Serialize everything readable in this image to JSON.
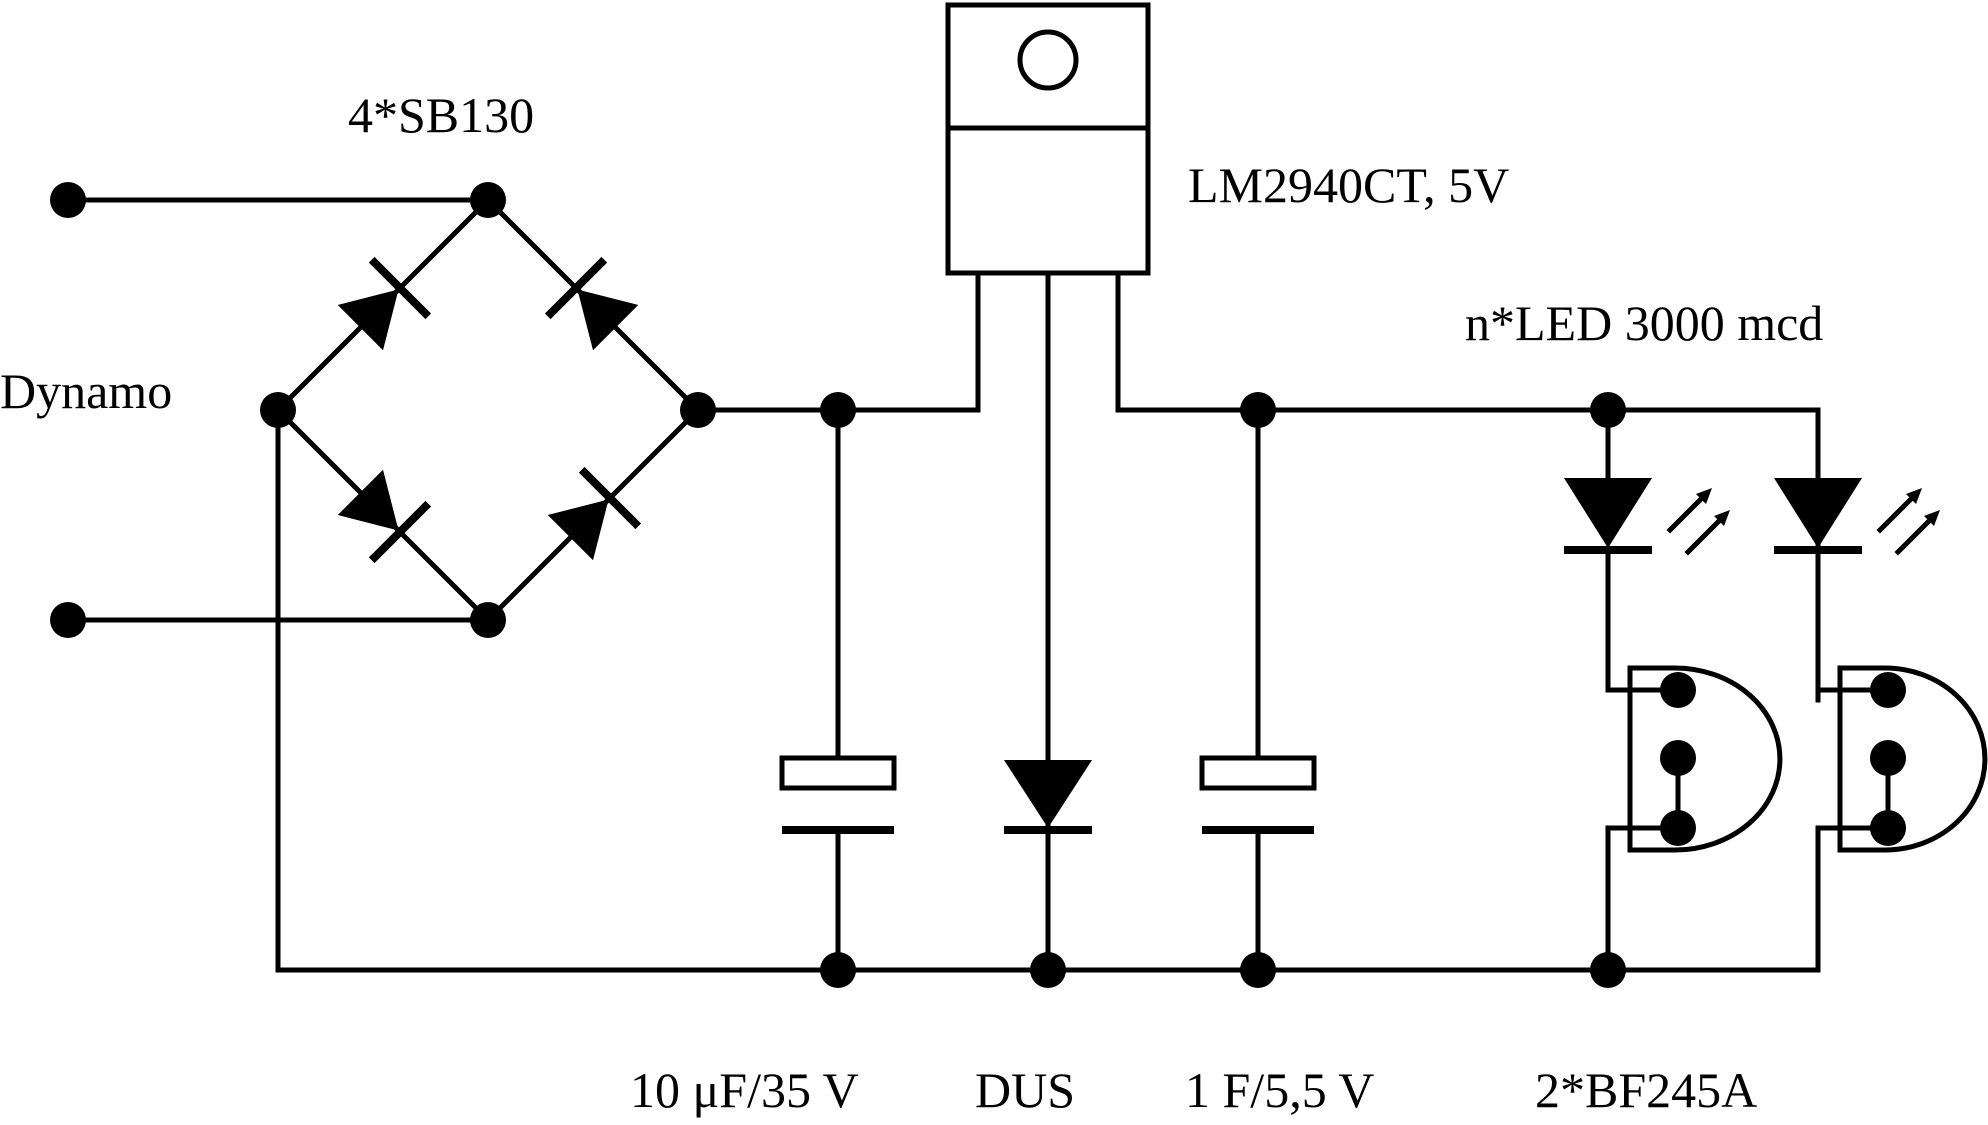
{
  "labels": {
    "bridge": "4*SB130",
    "regulator": "LM2940CT, 5V",
    "leds": "n*LED 3000 mcd",
    "source": "Dynamo",
    "cap1": "10 μF/35 V",
    "diode": "DUS",
    "cap2": "1 F/5,5 V",
    "fets": "2*BF245A"
  },
  "components": [
    {
      "name": "Dynamo input terminals",
      "icon": "terminal-dot-icon"
    },
    {
      "name": "Bridge rectifier",
      "icon": "diode-icon",
      "count": 4
    },
    {
      "name": "Voltage regulator",
      "icon": "to220-package-icon"
    },
    {
      "name": "Electrolytic capacitor",
      "icon": "polarized-capacitor-icon"
    },
    {
      "name": "Diode",
      "icon": "diode-icon"
    },
    {
      "name": "Gold cap",
      "icon": "polarized-capacitor-icon"
    },
    {
      "name": "LED",
      "icon": "led-icon",
      "count": 2
    },
    {
      "name": "JFET current source",
      "icon": "jfet-icon",
      "count": 2
    }
  ],
  "colors": {
    "ink": "#000000",
    "background": "#ffffff"
  }
}
